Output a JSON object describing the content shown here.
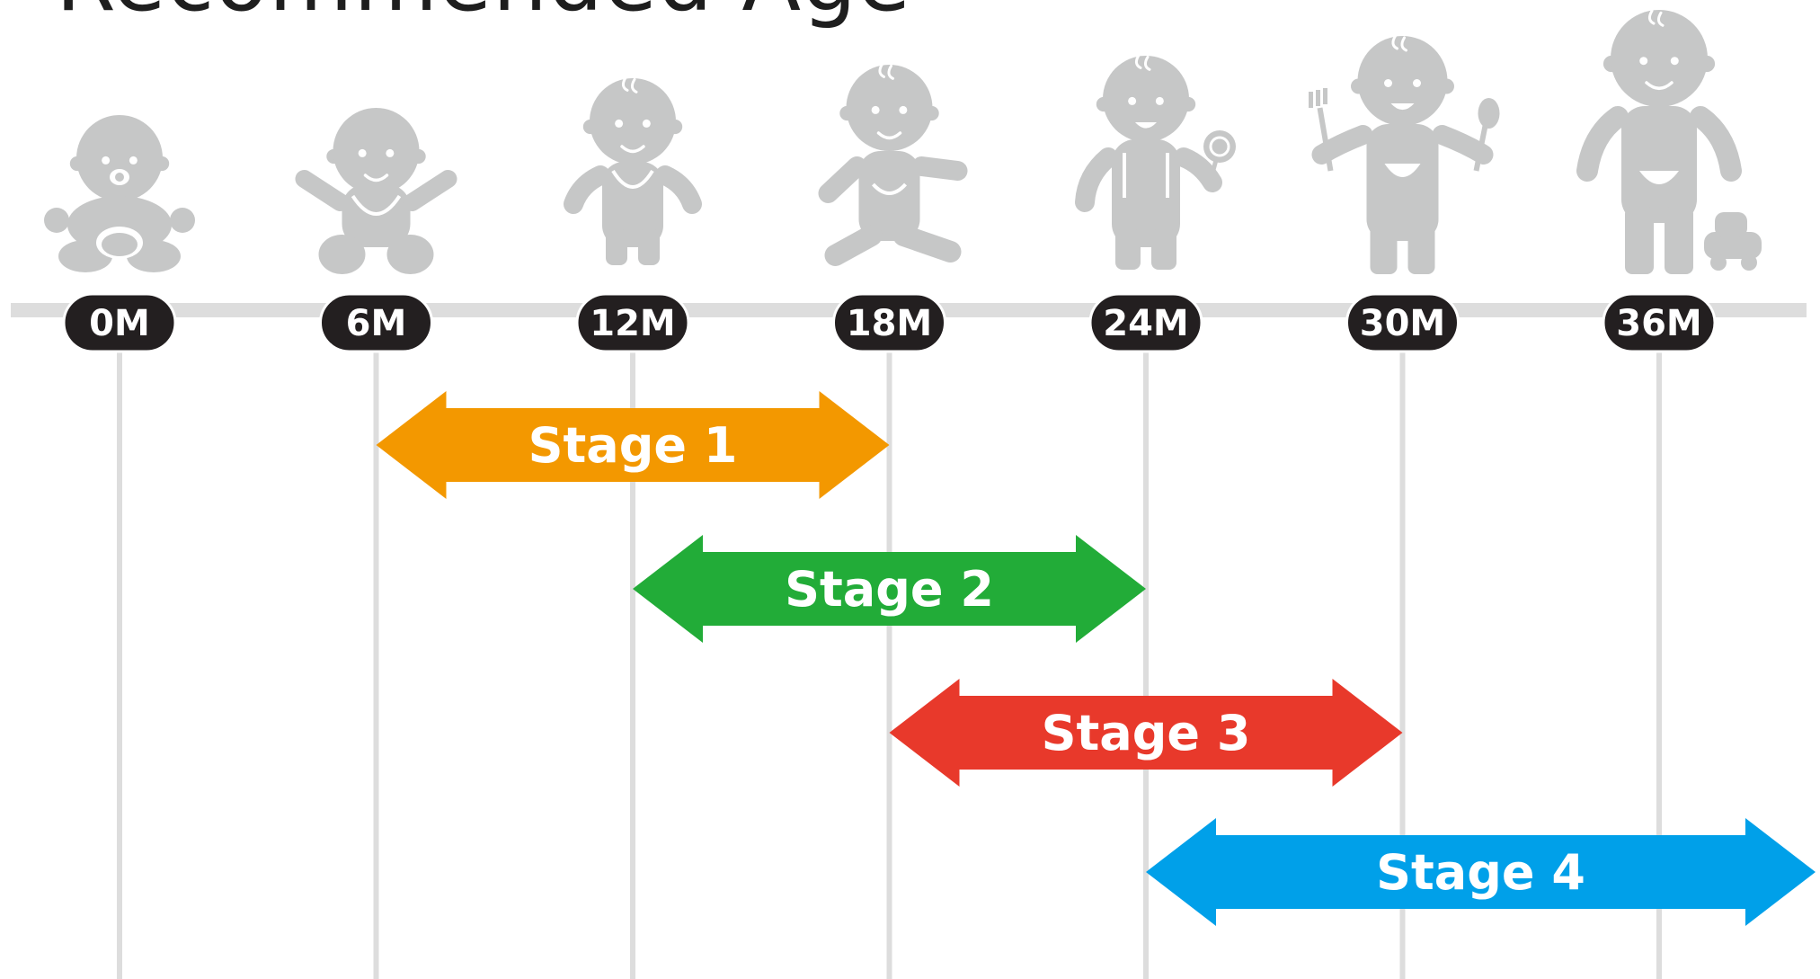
{
  "title": "Recommended Age",
  "colors": {
    "figure": "#c6c7c7",
    "axis": "#dddddd",
    "pill_bg": "#231f20",
    "pill_text": "#ffffff",
    "stage_text": "#ffffff"
  },
  "milestones": [
    {
      "label": "0M",
      "months": 0,
      "figure": "newborn-sitting"
    },
    {
      "label": "6M",
      "months": 6,
      "figure": "baby-sitting-bib"
    },
    {
      "label": "12M",
      "months": 12,
      "figure": "toddler-standing-bib"
    },
    {
      "label": "18M",
      "months": 18,
      "figure": "toddler-walking"
    },
    {
      "label": "24M",
      "months": 24,
      "figure": "toddler-lollipop"
    },
    {
      "label": "30M",
      "months": 30,
      "figure": "child-fork-spoon"
    },
    {
      "label": "36M",
      "months": 36,
      "figure": "child-toy-car"
    }
  ],
  "stages": [
    {
      "label": "Stage 1",
      "start": 6,
      "end": 18,
      "color": "#f39800"
    },
    {
      "label": "Stage 2",
      "start": 12,
      "end": 24,
      "color": "#22ac38"
    },
    {
      "label": "Stage 3",
      "start": 18,
      "end": 30,
      "color": "#e8392b"
    },
    {
      "label": "Stage 4",
      "start": 24,
      "end": 40,
      "color": "#00a0e9"
    }
  ]
}
